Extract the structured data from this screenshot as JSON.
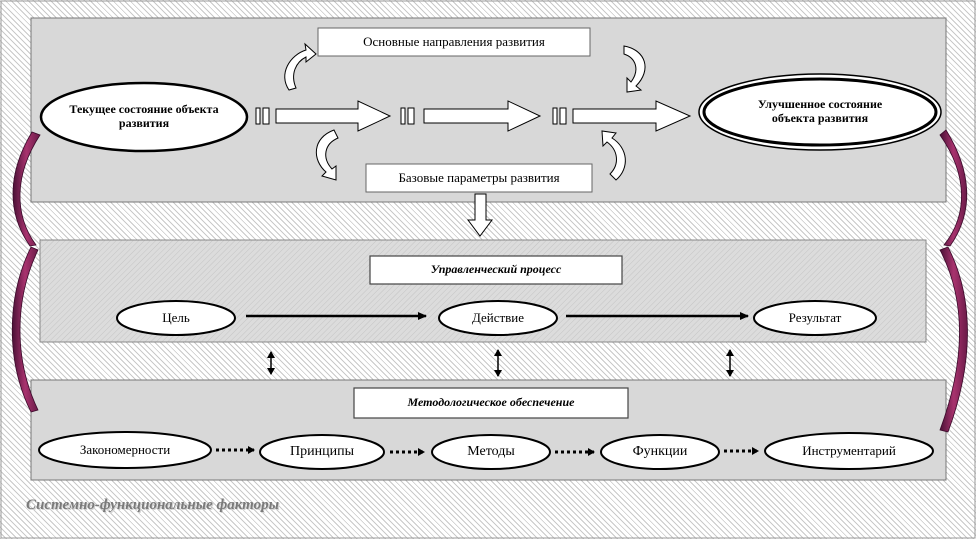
{
  "top": {
    "directions": "Основные направления развития",
    "params": "Базовые параметры развития",
    "current": "Текущее состояние объекта развития",
    "improved": "Улучшенное состояние объекта развития"
  },
  "process": {
    "title": "Управленческий  процесс",
    "nodes": [
      "Цель",
      "Действие",
      "Результат"
    ]
  },
  "method": {
    "title": "Методологическое обеспечение",
    "nodes": [
      "Закономерности",
      "Принципы",
      "Методы",
      "Функции",
      "Инструментарий"
    ]
  },
  "footer": "Системно-функциональные факторы",
  "colors": {
    "panel": "#d9d9d9",
    "arc": "#8b2c5c",
    "arcDark": "#4a1036"
  }
}
